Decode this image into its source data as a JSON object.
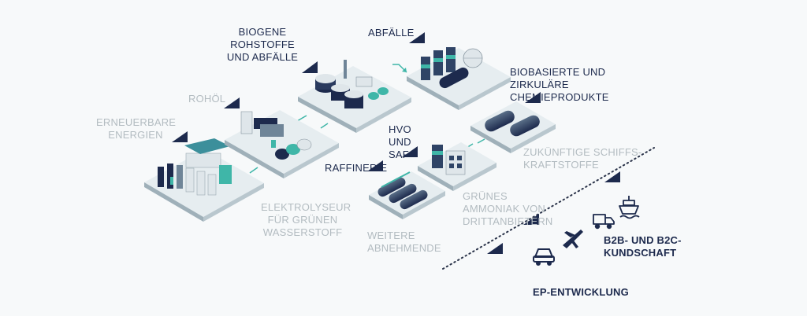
{
  "labels": {
    "biogene": "BIOGENE\nROHSTOFFE\nUND ABFÄLLE",
    "abfaelle": "ABFÄLLE",
    "rohoel": "ROHÖL",
    "erneuerbare": "ERNEUERBARE\nENERGIEN",
    "biobasierte": "BIOBASIERTE UND\nZIRKULÄRE\nCHEMIEPRODUKTE",
    "hvo": "HVO\nUND\nSAF",
    "raffinerie": "RAFFINERIE",
    "zukuenftige": "ZUKÜNFTIGE SCHIFFS-\nKRAFTSTOFFE",
    "gruenes": "GRÜNES\nAMMONIAK VON\nDRITTANBIETERN",
    "elektrolyseur": "ELEKTROLYSEUR\nFÜR GRÜNEN\nWASSERSTOFF",
    "weitere": "WEITERE\nABNEHMENDE",
    "b2b": "B2B- UND B2C-\nKUNDSCHAFT",
    "ep": "EP-ENTWICKLUNG"
  },
  "icons": [
    "car-icon",
    "plane-icon",
    "truck-icon",
    "ship-icon"
  ],
  "colors": {
    "navy": "#1d2a4d",
    "gray_text": "#b3bcc1",
    "teal": "#3fb6a8",
    "platform": "#cfd9de"
  }
}
